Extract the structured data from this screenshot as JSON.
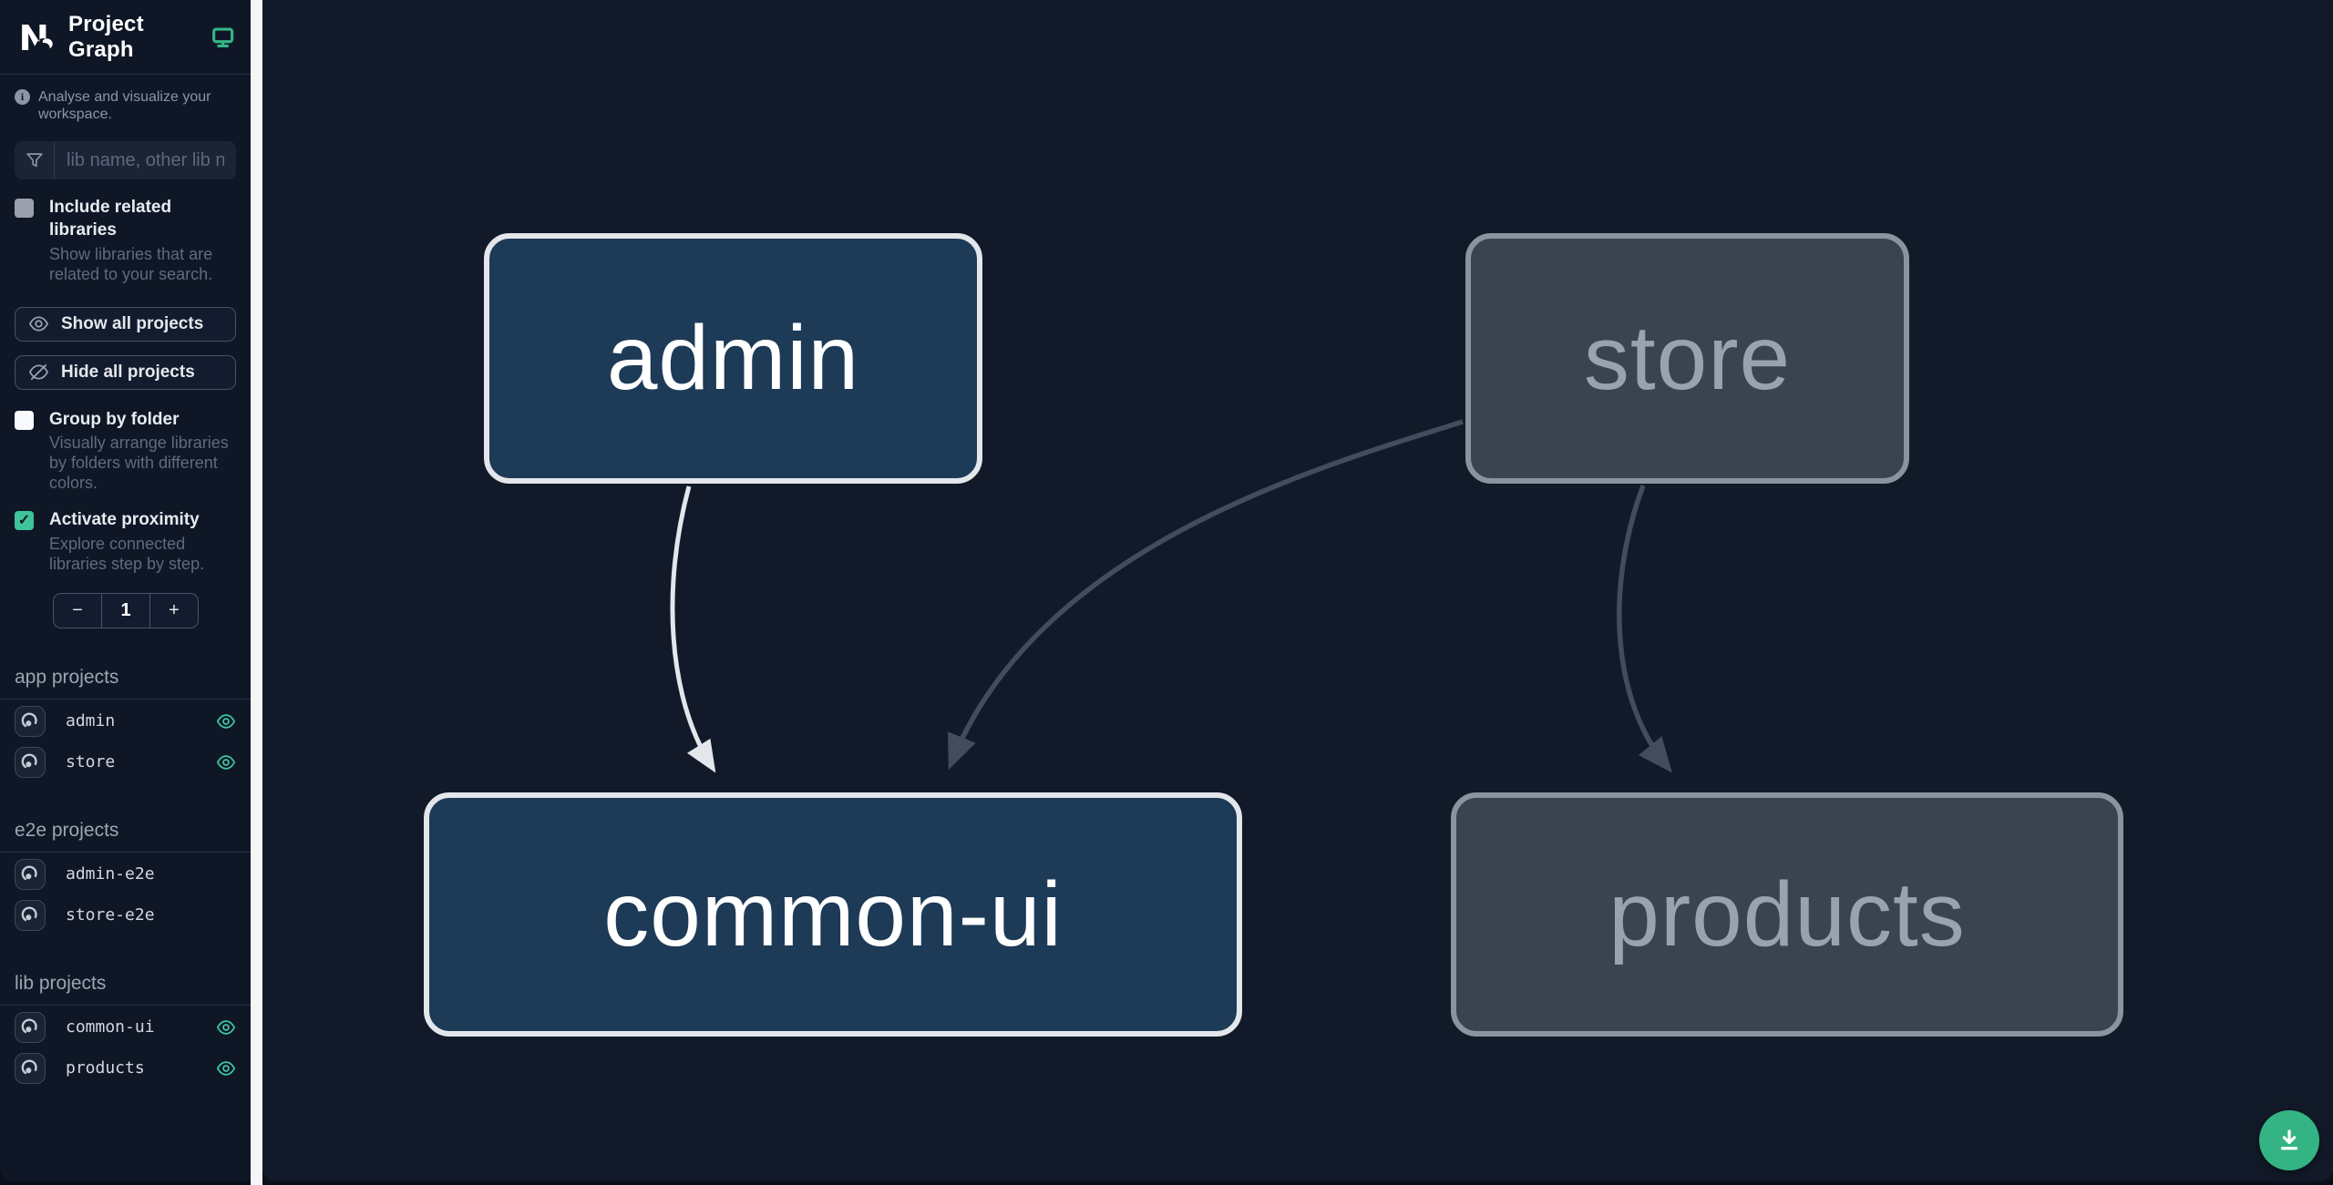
{
  "sidebar": {
    "title": "Project Graph",
    "subtitle": "Analyse and visualize your workspace.",
    "filter_placeholder": "lib name, other lib name",
    "options": {
      "include_related": {
        "label": "Include related libraries",
        "description": "Show libraries that are related to your search.",
        "checked": false
      },
      "group_by_folder": {
        "label": "Group by folder",
        "description": "Visually arrange libraries by folders with different colors.",
        "checked": false
      },
      "activate_proximity": {
        "label": "Activate proximity",
        "description": "Explore connected libraries step by step.",
        "checked": true
      }
    },
    "buttons": {
      "show_all_label": "Show all projects",
      "hide_all_label": "Hide all projects"
    },
    "stepper": {
      "decrement": "−",
      "value": "1",
      "increment": "+"
    },
    "sections": [
      {
        "heading": "app projects",
        "items": [
          {
            "name": "admin",
            "visible": true
          },
          {
            "name": "store",
            "visible": true
          }
        ]
      },
      {
        "heading": "e2e projects",
        "items": [
          {
            "name": "admin-e2e",
            "visible": false
          },
          {
            "name": "store-e2e",
            "visible": false
          }
        ]
      },
      {
        "heading": "lib projects",
        "items": [
          {
            "name": "common-ui",
            "visible": true
          },
          {
            "name": "products",
            "visible": true
          }
        ]
      }
    ]
  },
  "graph": {
    "nodes": [
      {
        "id": "admin",
        "label": "admin",
        "state": "focused"
      },
      {
        "id": "store",
        "label": "store",
        "state": "unfocused"
      },
      {
        "id": "common-ui",
        "label": "common-ui",
        "state": "focused"
      },
      {
        "id": "products",
        "label": "products",
        "state": "unfocused"
      }
    ],
    "edges": [
      {
        "from": "admin",
        "to": "common-ui",
        "style": "highlighted"
      },
      {
        "from": "store",
        "to": "common-ui",
        "style": "dimmed"
      },
      {
        "from": "store",
        "to": "products",
        "style": "dimmed"
      }
    ]
  },
  "fab": {
    "icon": "download"
  },
  "colors": {
    "accent_green": "#34b484",
    "eye_green": "#3ec9a0",
    "checkbox_green": "#3fc39a",
    "focused_node_fill": "#1d3a57",
    "focused_node_border": "#e3e6ea",
    "unfocused_node_fill": "#3b4351",
    "unfocused_node_border": "#8a93a0",
    "edge_light": "#e3e6ea",
    "edge_dim": "#434c5c",
    "canvas_bg": "#121a29",
    "sidebar_bg": "#0f1726"
  }
}
